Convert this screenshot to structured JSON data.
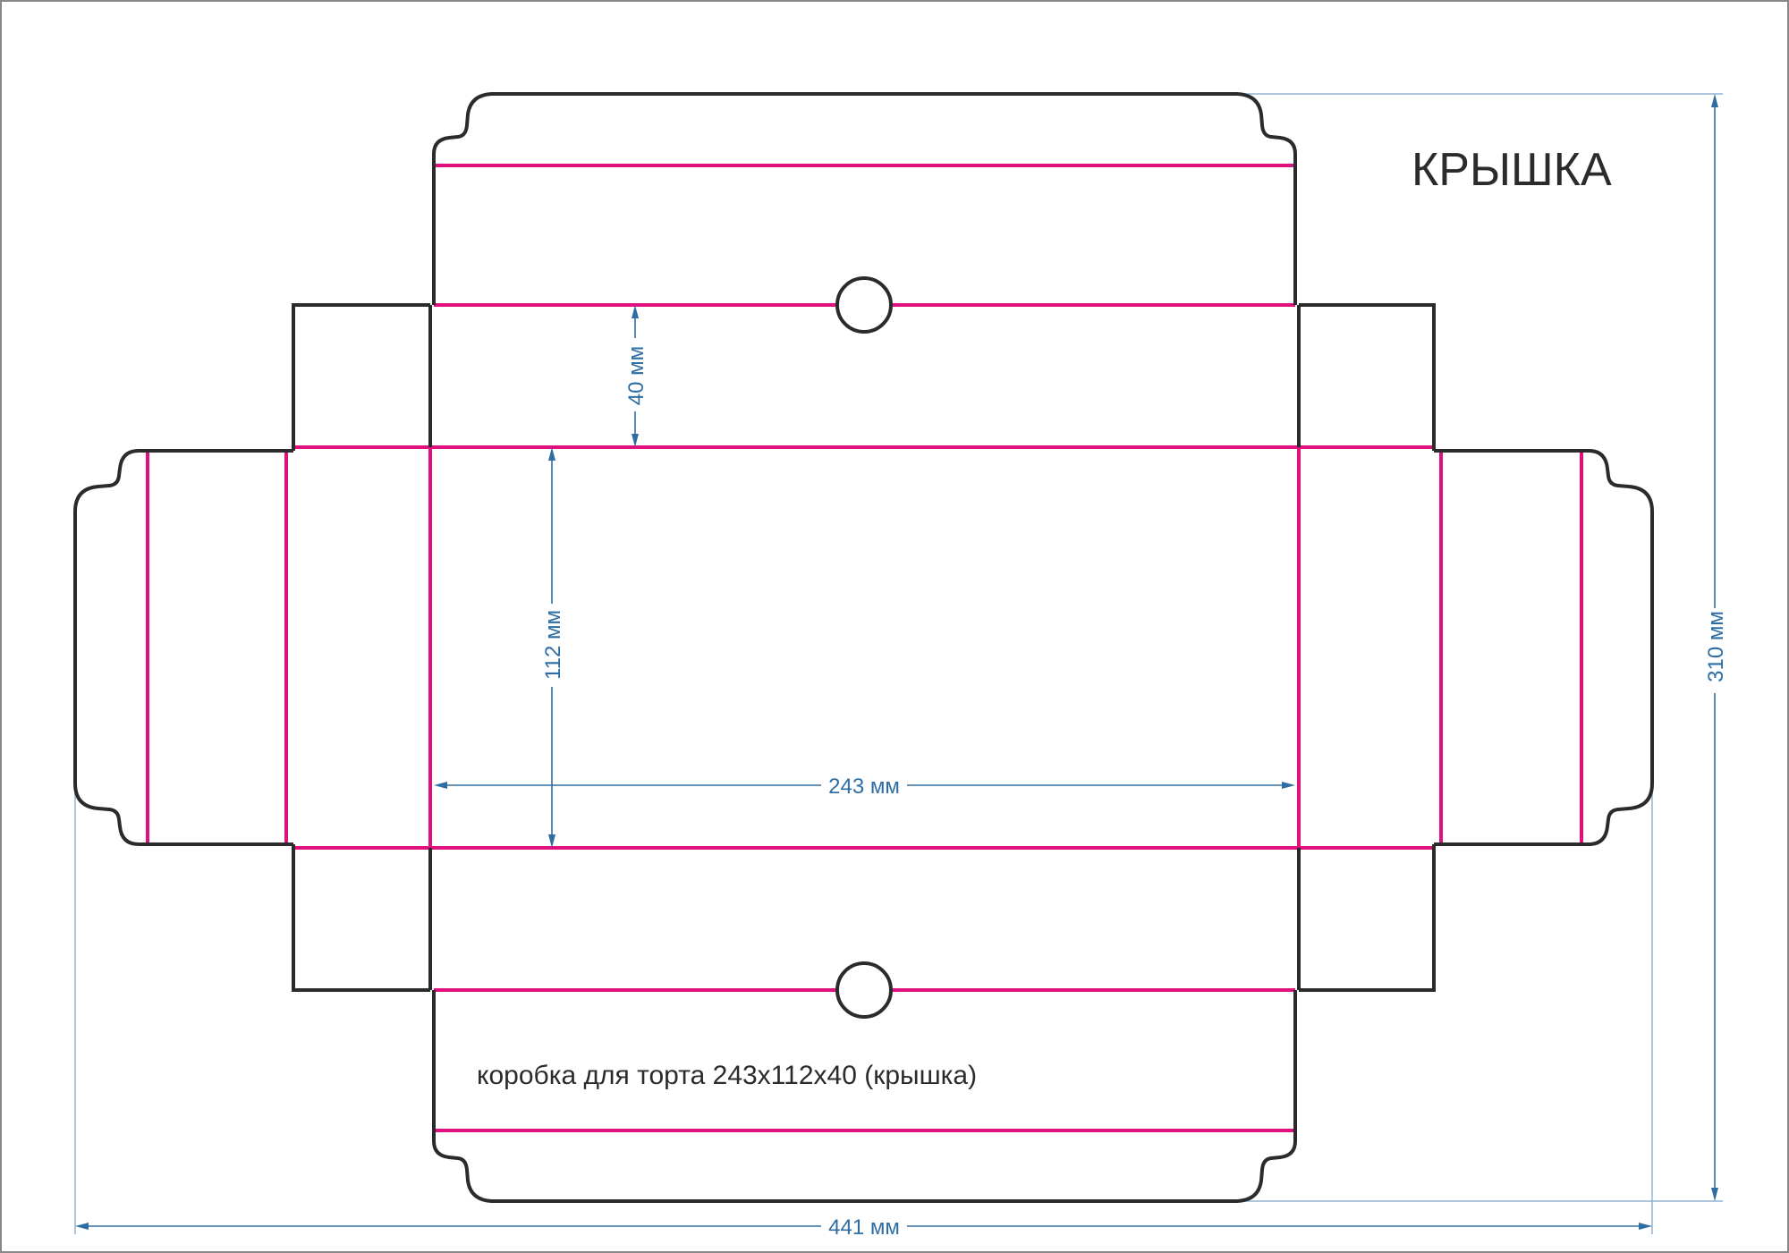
{
  "title": "КРЫШКА",
  "caption": "коробка для торта 243x112x40 (крышка)",
  "dimensions": {
    "height_total": "310 мм",
    "width_total": "441 мм",
    "length": "243 мм",
    "width": "112 мм",
    "depth": "40 мм"
  },
  "colors": {
    "cut_line": "#2b2b2b",
    "fold_line": "#e0107f",
    "dimension": "#2e6da4"
  }
}
